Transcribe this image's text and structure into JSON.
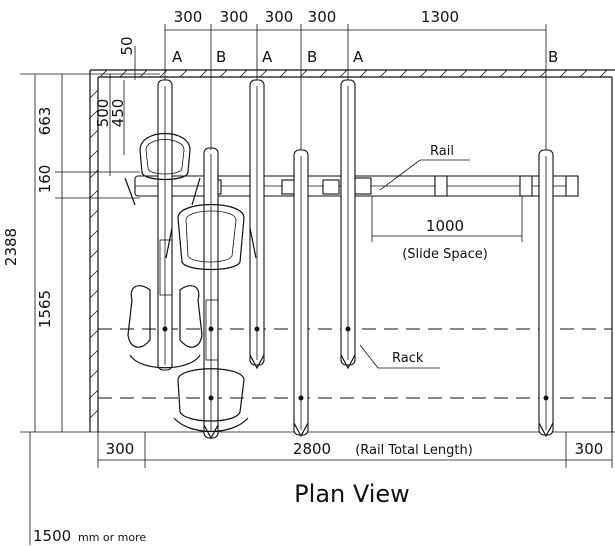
{
  "diagram": {
    "title": "Plan View",
    "top_dimensions": [
      "300",
      "300",
      "300",
      "300",
      "1300"
    ],
    "top_dim_50": "50",
    "rack_types": [
      "A",
      "B",
      "A",
      "B",
      "A",
      "B"
    ],
    "left_dims": {
      "outer": "2388",
      "d663": "663",
      "d160": "160",
      "d1565": "1565",
      "d500": "500",
      "d450": "450"
    },
    "bottom_dims": {
      "left": "300",
      "total": "2800",
      "total_note": "(Rail Total Length)",
      "right": "300"
    },
    "clearance": "1500",
    "clearance_unit": "mm or more",
    "rail_label": "Rail",
    "rack_label": "Rack",
    "slide_value": "1000",
    "slide_note": "(Slide Space)"
  }
}
